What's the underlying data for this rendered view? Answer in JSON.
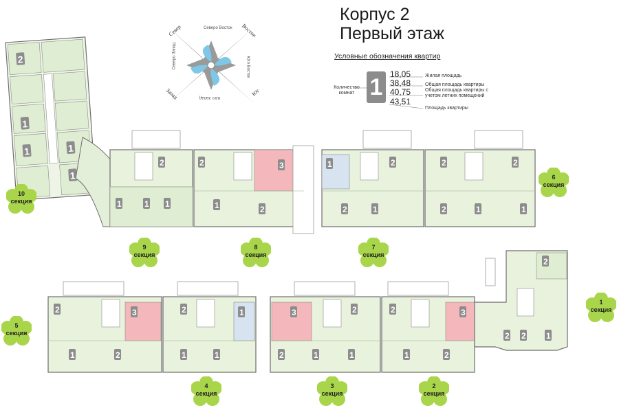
{
  "header": {
    "line1": "Корпус 2",
    "line2": "Первый этаж"
  },
  "legend": {
    "title": "Условные обозначения квартир",
    "rooms": "1",
    "rooms_label": "Количество комнат",
    "values": [
      {
        "value": "18,05",
        "label": "Жилая площадь"
      },
      {
        "value": "38,48",
        "label": "Общая площадь квартиры"
      },
      {
        "value": "40,75",
        "label": "Общая площадь квартиры с учетом летних помещений"
      },
      {
        "value": "43,51",
        "label": "Площадь квартиры"
      }
    ]
  },
  "compass": {
    "north": "Север",
    "east": "Восток",
    "south": "Юг",
    "west": "Запад",
    "ne": "Северо Восток",
    "se": "Юго Восток",
    "sw": "Юго Запад",
    "nw": "Северо Запад"
  },
  "sections": [
    {
      "number": "1",
      "label": "секция"
    },
    {
      "number": "2",
      "label": "секция"
    },
    {
      "number": "3",
      "label": "секция"
    },
    {
      "number": "4",
      "label": "секция"
    },
    {
      "number": "5",
      "label": "секция"
    },
    {
      "number": "6",
      "label": "секция"
    },
    {
      "number": "7",
      "label": "секция"
    },
    {
      "number": "8",
      "label": "секция"
    },
    {
      "number": "9",
      "label": "секция"
    },
    {
      "number": "10",
      "label": "секция"
    }
  ],
  "colors": {
    "one_room": "#dfeed2",
    "two_room": "#e8f2dc",
    "three_room": "#f4b8bc",
    "room_badge": "#8c8c8c",
    "section_badge": "#a9d54b",
    "wall": "#6e6e6e",
    "compass_blue": "#7ec7e6",
    "compass_gray": "#8a8a8a"
  },
  "icons": {
    "badge_shape": "flower-badge",
    "compass": "compass-rose"
  }
}
